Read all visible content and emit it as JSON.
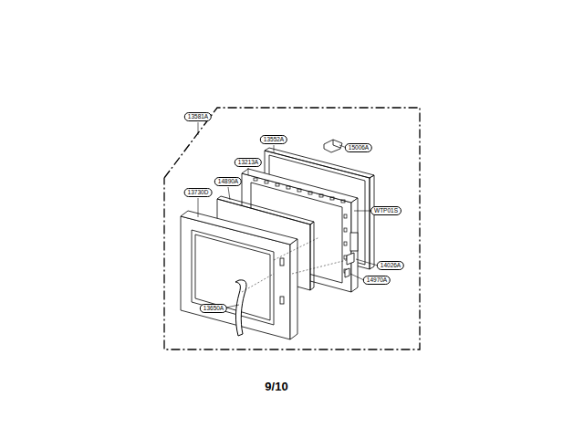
{
  "diagram": {
    "labels": [
      "13581A",
      "13552A",
      "15006A",
      "13213A",
      "14890A",
      "13730D",
      "WTP01S",
      "14026A",
      "14970A",
      "13650A",
      "9/10"
    ]
  }
}
